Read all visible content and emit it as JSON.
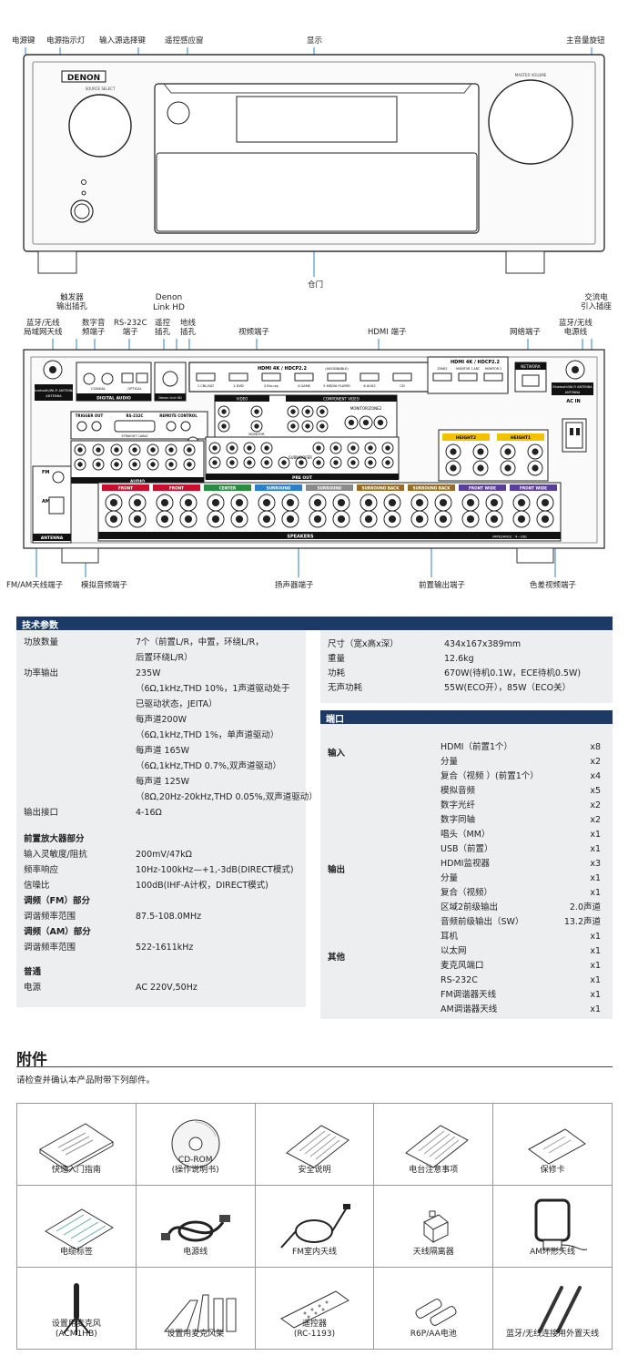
{
  "front": {
    "labels": {
      "power_key": "电源键",
      "power_led": "电源指示灯",
      "source_select": "输入源选择键",
      "remote_window": "遥控感应窗",
      "display": "显示",
      "master_volume": "主音量旋钮",
      "door": "仓门"
    },
    "panel_text": {
      "brand": "DENON",
      "source_select": "SOURCE SELECT",
      "master_volume": "MASTER VOLUME"
    }
  },
  "rear": {
    "labels": {
      "bt_wifi_antenna": "蓝牙/无线\n局域网天线",
      "trigger_out": "触发器\n输出插孔",
      "digital_audio": "数字音\n频端子",
      "rs232c": "RS-232C\n端子",
      "remote_jack": "遥控\n插孔",
      "denon_link": "Denon\nLink HD",
      "ground": "地线\n插孔",
      "video_terminal": "视频端子",
      "hdmi_terminal": "HDMI 端子",
      "network_terminal": "网络端子",
      "ac_inlet": "交流电\n引入插座",
      "bt_wifi_power": "蓝牙/无线\n电源线",
      "fm_am": "FM/AM天线端子",
      "analog_audio": "模拟音频端子",
      "speaker_terminal": "扬声器端子",
      "preout_terminal": "前置输出端子",
      "component_terminal": "色差视频端子"
    },
    "panel_text": {
      "hdmi_header": "HDMI 4K / HDCP2.2",
      "assignable": "(ASSIGNABLE)",
      "hdmi_inputs": [
        "1 CBL/SAT",
        "2 DVD",
        "3 Blu-ray",
        "4 GAME",
        "5 MEDIA PLAYER",
        "6 AUX2",
        "CD"
      ],
      "hdmi_out": [
        "ZONE2",
        "MONITOR 1 ARC",
        "MONITOR 2"
      ],
      "network": "NETWORK",
      "bt_antenna": "Bluetooth/Wi-Fi ANTENNA",
      "ac_in": "AC IN",
      "digital_audio": "DIGITAL AUDIO",
      "coaxial": "COAXIAL",
      "optical": "OPTICAL",
      "trigger_out": "TRIGGER OUT",
      "rs232c": "RS-232C",
      "straight_cable": "STRAIGHT CABLE",
      "remote_control": "REMOTE CONTROL",
      "signal_gnd": "SIGNAL GND",
      "denon_link": "Denon Link HD",
      "video": "VIDEO",
      "component_video": "COMPONENT VIDEO",
      "monitor": "MONITOR",
      "monitor_zone2": "MONITOR/ZONE2",
      "audio": "AUDIO",
      "pre_out": "PRE OUT",
      "subwoofer": "SUBWOOFER",
      "antenna": "ANTENNA",
      "fm": "FM",
      "am": "AM",
      "speakers": "SPEAKERS",
      "impedance": "IMPEDANCE : 4~16Ω",
      "height2": "HEIGHT2",
      "height1": "HEIGHT1",
      "speaker_groups": [
        "FRONT",
        "FRONT",
        "CENTER",
        "SURROUND",
        "SURROUND",
        "SURROUND BACK",
        "SURROUND BACK",
        "FRONT WIDE",
        "FRONT WIDE"
      ]
    }
  },
  "specs": {
    "title": "技术参数",
    "left_rows": [
      {
        "k": "功放数量",
        "v": "7个（前置L/R，中置，环绕L/R，"
      },
      {
        "k": "",
        "v": "后置环绕L/R）"
      },
      {
        "k": "功率输出",
        "v": "235W"
      },
      {
        "k": "",
        "v": "（6Ω,1kHz,THD 10%，1声道驱动处于"
      },
      {
        "k": "",
        "v": "已驱动状态，JEITA）"
      },
      {
        "k": "",
        "v": "每声道200W"
      },
      {
        "k": "",
        "v": "（6Ω,1kHz,THD 1%，单声道驱动）"
      },
      {
        "k": "",
        "v": "每声道 165W"
      },
      {
        "k": "",
        "v": "（6Ω,1kHz,THD 0.7%,双声道驱动）"
      },
      {
        "k": "",
        "v": "每声道 125W"
      },
      {
        "k": "",
        "v": "（8Ω,20Hz-20kHz,THD 0.05%,双声道驱动）"
      },
      {
        "k": "输出接口",
        "v": "4-16Ω"
      }
    ],
    "preamp_head": "前置放大器部分",
    "preamp_rows": [
      {
        "k": "输入灵敏度/阻抗",
        "v": "200mV/47kΩ"
      },
      {
        "k": "频率响应",
        "v": "10Hz-100kHz—+1,-3dB(DIRECT模式)"
      },
      {
        "k": "信噪比",
        "v": "100dB(IHF-A计权，DIRECT模式)"
      }
    ],
    "fm_head": "调频（FM）部分",
    "fm_rows": [
      {
        "k": "调谐频率范围",
        "v": "87.5-108.0MHz"
      }
    ],
    "am_head": "调频（AM）部分",
    "am_rows": [
      {
        "k": "调谐频率范围",
        "v": "522-1611kHz"
      }
    ],
    "general_head": "普通",
    "general_rows": [
      {
        "k": "电源",
        "v": "AC 220V,50Hz"
      }
    ],
    "right_rows": [
      {
        "k": "尺寸（宽x高x深）",
        "v": "434x167x389mm"
      },
      {
        "k": "重量",
        "v": "12.6kg"
      },
      {
        "k": "功耗",
        "v": "670W(待机0.1W，ECE待机0.5W)"
      },
      {
        "k": "无声功耗",
        "v": "55W(ECO开），85W（ECO关）"
      }
    ]
  },
  "ports": {
    "title": "端口",
    "input_head": "输入",
    "output_head": "输出",
    "other_head": "其他",
    "rows": [
      {
        "name": "HDMI（前置1个）",
        "count": "x8"
      },
      {
        "name": "分量",
        "count": "x2"
      },
      {
        "name": "复合（视频 ）(前置1个）",
        "count": "x4"
      },
      {
        "name": "模拟音频",
        "count": "x5"
      },
      {
        "name": " 数字光纤",
        "count": "x2"
      },
      {
        "name": "数字同轴",
        "count": "x2"
      },
      {
        "name": "唱头（MM）",
        "count": "x1"
      },
      {
        "name": "USB（前置）",
        "count": "x1"
      },
      {
        "name": "HDMI监视器",
        "count": "x3"
      },
      {
        "name": "分量",
        "count": "x1"
      },
      {
        "name": "复合（视频）",
        "count": "x1"
      },
      {
        "name": "区域2前级输出",
        "count": "2.0声道"
      },
      {
        "name": "音频前级输出（SW）",
        "count": "13.2声道"
      },
      {
        "name": "耳机",
        "count": "x1"
      },
      {
        "name": "以太网",
        "count": "x1"
      },
      {
        "name": "麦克风端口",
        "count": "x1"
      },
      {
        "name": "RS-232C",
        "count": "x1"
      },
      {
        "name": "FM调谐器天线",
        "count": "x1"
      },
      {
        "name": "AM调谐器天线",
        "count": "x1"
      }
    ]
  },
  "accessories": {
    "title": "附件",
    "note": "请检查并确认本产品附带下列部件。",
    "items": [
      {
        "name": "快速入门指南",
        "icon": "booklet-icon"
      },
      {
        "name": "CD-ROM\n(操作说明书)",
        "icon": "cd-icon"
      },
      {
        "name": "安全说明",
        "icon": "document-icon"
      },
      {
        "name": "电台注意事项",
        "icon": "document-icon"
      },
      {
        "name": "保修卡",
        "icon": "card-icon"
      },
      {
        "name": "电缆标签",
        "icon": "label-sheet-icon"
      },
      {
        "name": "电源线",
        "icon": "power-cord-icon"
      },
      {
        "name": "FM室内天线",
        "icon": "fm-antenna-icon"
      },
      {
        "name": "天线隔离器",
        "icon": "isolator-icon"
      },
      {
        "name": "AM环形天线",
        "icon": "am-loop-icon"
      },
      {
        "name": "设置用麦克风\n(ACM1HB)",
        "icon": "microphone-icon"
      },
      {
        "name": "设置用麦克风架",
        "icon": "mic-stand-icon"
      },
      {
        "name": "遥控器\n(RC-1193)",
        "icon": "remote-icon"
      },
      {
        "name": "R6P/AA电池",
        "icon": "battery-icon"
      },
      {
        "name": "蓝牙/无线连接用外置天线",
        "icon": "antenna-rod-icon"
      }
    ]
  },
  "colors": {
    "header_bar": "#1d3a66",
    "panel_bg": "#eceeef",
    "speaker_red": "#c8102e",
    "speaker_green": "#2e8b3e",
    "speaker_blue": "#2f7fc6",
    "speaker_gray": "#8a8a8a",
    "speaker_brown": "#9a6a2a",
    "speaker_purple": "#5a3f99",
    "height_yellow": "#f2c200"
  }
}
